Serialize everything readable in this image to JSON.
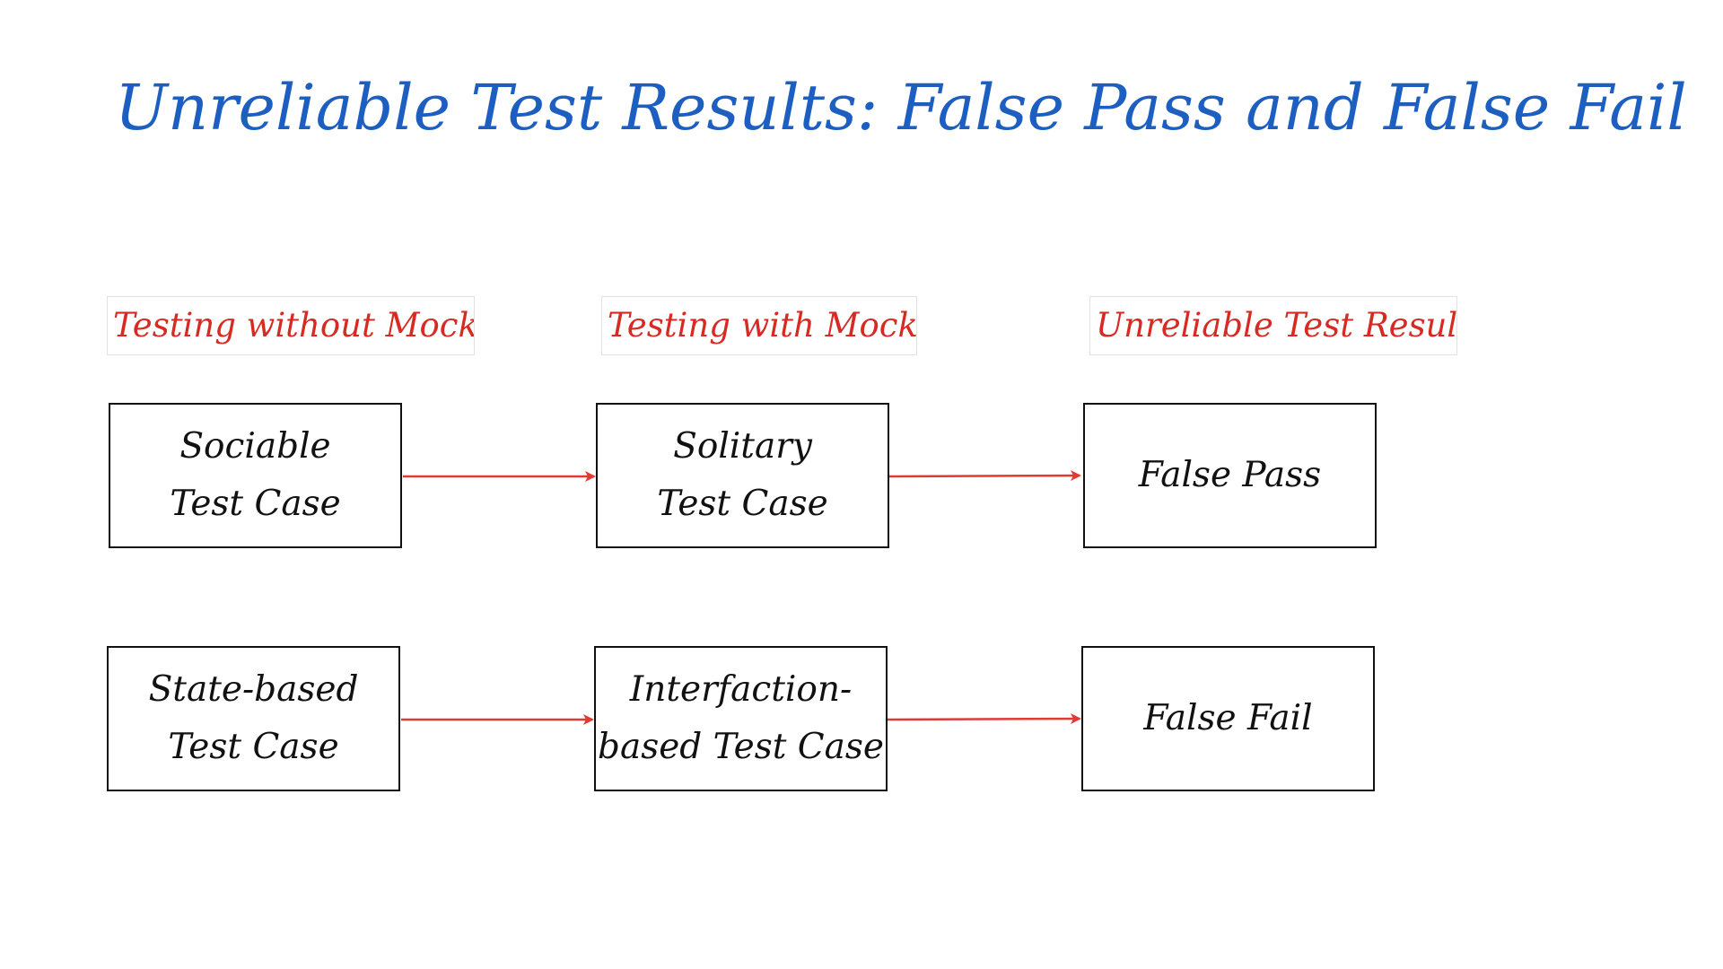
{
  "title": "Unreliable Test Results: False Pass and False Fail",
  "columns": {
    "without_mocks": "Testing without Mocks",
    "with_mocks": "Testing with Mocks",
    "results": "Unreliable Test Results"
  },
  "rows": [
    {
      "source": {
        "line1": "Sociable",
        "line2": "Test Case"
      },
      "middle": {
        "line1": "Solitary",
        "line2": "Test Case"
      },
      "result": {
        "line1": "False Pass"
      }
    },
    {
      "source": {
        "line1": "State-based",
        "line2": "Test Case"
      },
      "middle": {
        "line1": "Interfaction-",
        "line2": "based Test Case"
      },
      "result": {
        "line1": "False Fail"
      }
    }
  ],
  "colors": {
    "title": "#1d5fc0",
    "label": "#d62a22",
    "arrow": "#e03a32",
    "box_border": "#111111"
  }
}
